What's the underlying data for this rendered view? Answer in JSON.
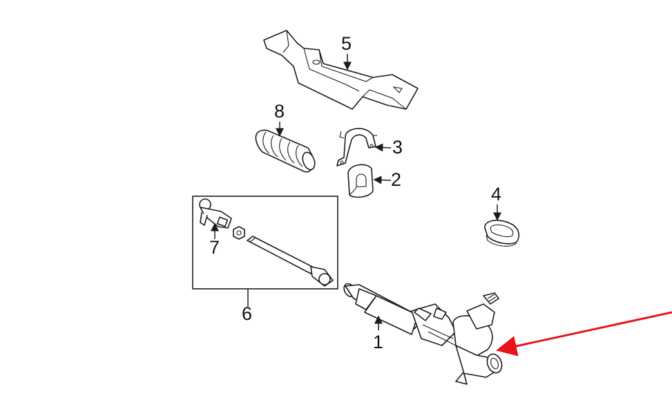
{
  "diagram": {
    "callouts": {
      "c1": "1",
      "c2": "2",
      "c3": "3",
      "c4": "4",
      "c5": "5",
      "c6": "6",
      "c7": "7",
      "c8": "8"
    },
    "highlight_arrow_color": "#e8141a",
    "line_color": "#1a1a1a",
    "background": "#ffffff"
  }
}
